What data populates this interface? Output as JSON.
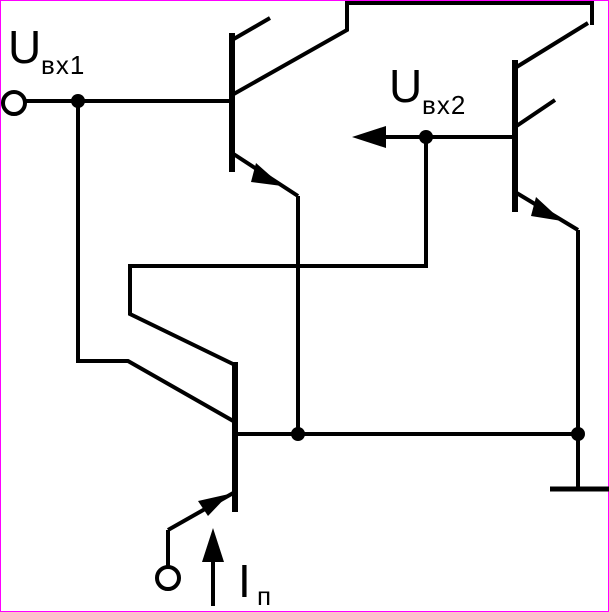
{
  "labels": {
    "uin1_main": "U",
    "uin1_sub": "вх1",
    "uin2_main": "U",
    "uin2_sub": "вх2",
    "ip_main": "I",
    "ip_sub": "п"
  },
  "colors": {
    "ink": "#000000",
    "background": "#ffffff",
    "frame": "#ff00ff"
  }
}
